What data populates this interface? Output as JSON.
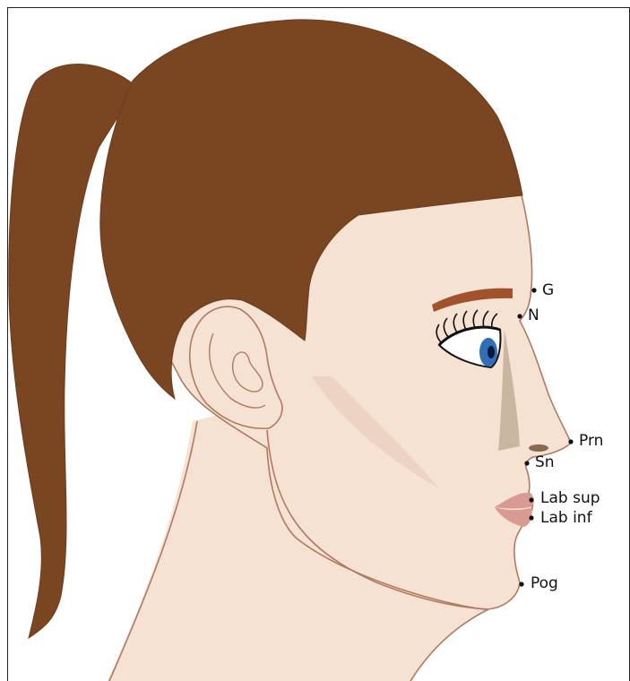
{
  "diagram": {
    "colors": {
      "hair": "#7a4622",
      "skin": "#f6e2d3",
      "outline": "#b07a60",
      "brow": "#a0522d",
      "lips": "#d99a94",
      "iris": "#2f6fb8",
      "shadow": "#cbb4a0",
      "label": "#111111"
    },
    "landmarks": [
      {
        "id": "G",
        "label": "G"
      },
      {
        "id": "N",
        "label": "N"
      },
      {
        "id": "Prn",
        "label": "Prn"
      },
      {
        "id": "Sn",
        "label": "Sn"
      },
      {
        "id": "LabSup",
        "label": "Lab sup"
      },
      {
        "id": "LabInf",
        "label": "Lab inf"
      },
      {
        "id": "Pog",
        "label": "Pog"
      }
    ]
  }
}
